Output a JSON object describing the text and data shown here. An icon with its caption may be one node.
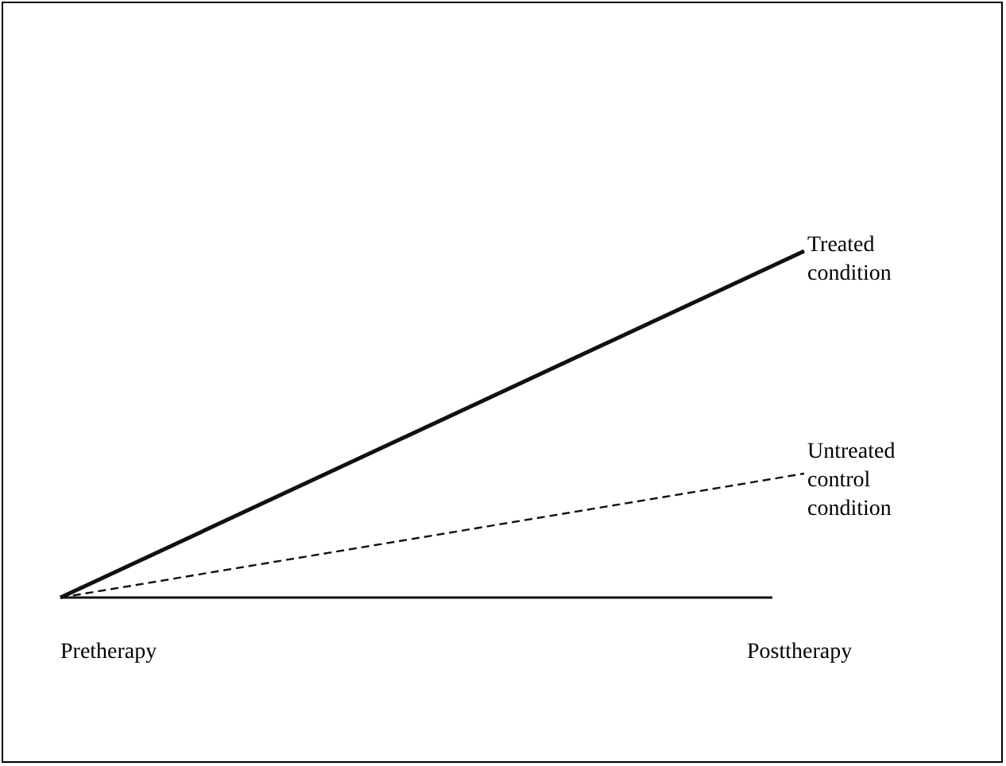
{
  "diagram": {
    "nodes": [
      {
        "text": [
          "Treated condition"
        ]
      },
      {
        "text": [
          "Untreated control condition"
        ]
      }
    ],
    "edges": [
      {
        "from": null,
        "to": 0,
        "arrow": "none"
      },
      {
        "from": null,
        "to": 1,
        "arrow": "none",
        "style": "dashed"
      }
    ],
    "labels": [
      "Pretherapy",
      "Posttherapy"
    ]
  }
}
